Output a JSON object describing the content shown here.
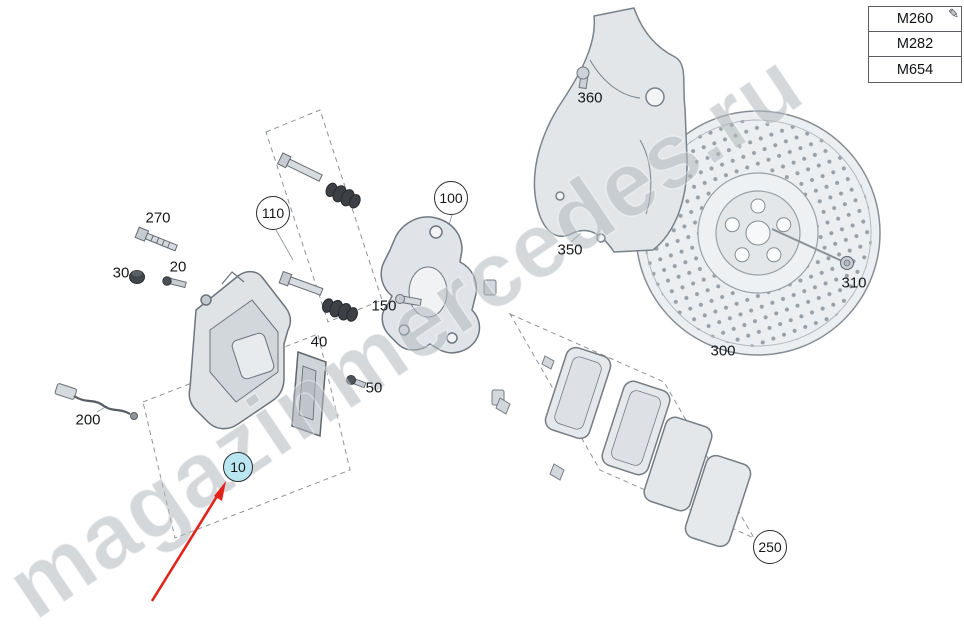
{
  "watermark": {
    "text": "magazinmercedes.ru"
  },
  "model_panel": {
    "edit_icon": "✎",
    "items": [
      {
        "label": "M260"
      },
      {
        "label": "M282"
      },
      {
        "label": "M654"
      }
    ]
  },
  "part_labels": {
    "l10": "10",
    "l20": "20",
    "l30": "30",
    "l40": "40",
    "l50": "50",
    "l100": "100",
    "l110": "110",
    "l150": "150",
    "l200": "200",
    "l250": "250",
    "l270": "270",
    "l300": "300",
    "l310": "310",
    "l350": "350",
    "l360": "360"
  },
  "annotations": {
    "selected_label": "10",
    "highlight_color": "#b9e6f1",
    "arrow_color": "#e2231a"
  }
}
